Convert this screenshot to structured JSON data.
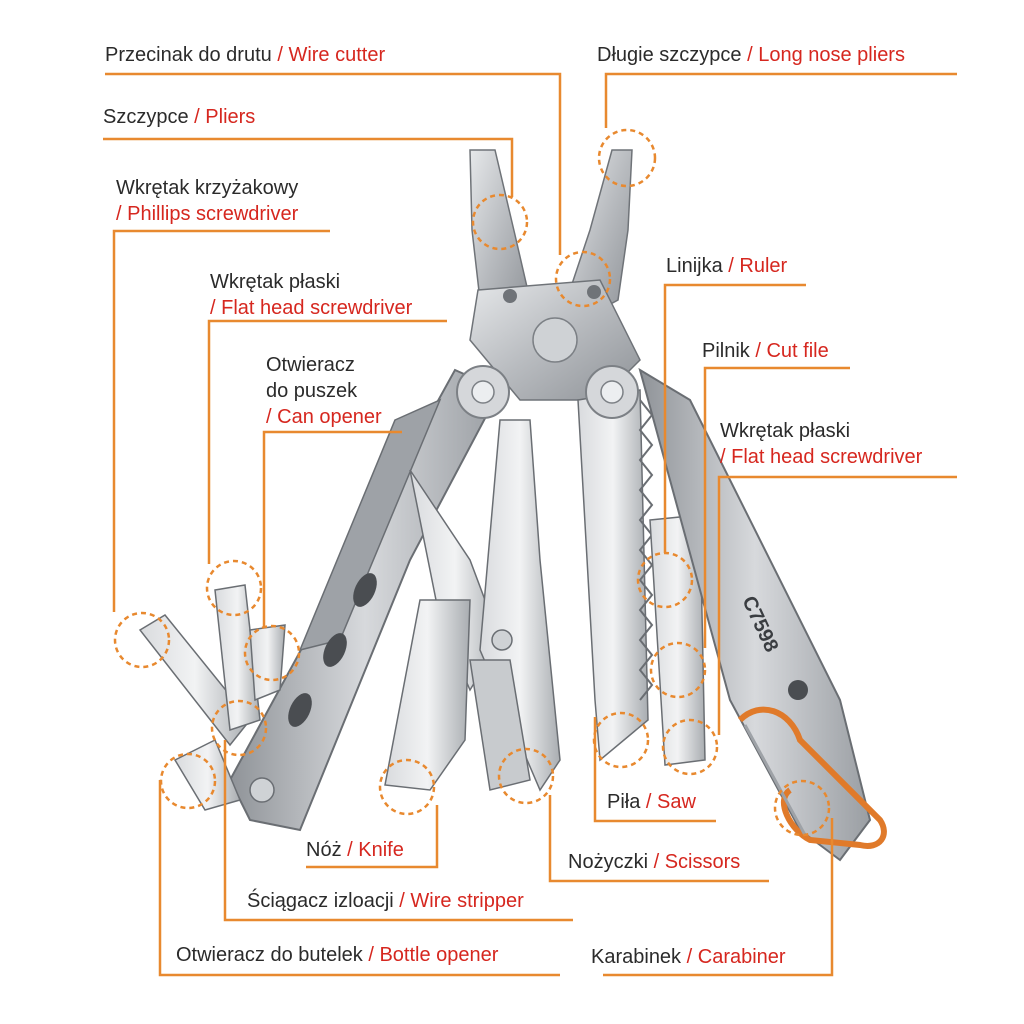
{
  "labels": {
    "wire_cutter": {
      "pl": "Przecinak do drutu",
      "en": "Wire cutter"
    },
    "pliers": {
      "pl": "Szczypce",
      "en": "Pliers"
    },
    "phillips": {
      "pl": "Wkrętak krzyżakowy",
      "en": "Phillips screwdriver"
    },
    "flat_left": {
      "pl": "Wkrętak płaski",
      "en": "Flat head screwdriver"
    },
    "can_opener": {
      "pl1": "Otwieracz",
      "pl2": "do puszek",
      "en": "Can opener"
    },
    "long_nose": {
      "pl": "Długie szczypce",
      "en": "Long nose pliers"
    },
    "ruler": {
      "pl": "Linijka",
      "en": "Ruler"
    },
    "file": {
      "pl": "Pilnik",
      "en": "Cut file"
    },
    "flat_right": {
      "pl": "Wkrętak płaski",
      "en": "Flat head screwdriver"
    },
    "saw": {
      "pl": "Piła",
      "en": "Saw"
    },
    "scissors": {
      "pl": "Nożyczki",
      "en": "Scissors"
    },
    "carabiner": {
      "pl": "Karabinek",
      "en": "Carabiner"
    },
    "knife": {
      "pl": "Nóż",
      "en": "Knife"
    },
    "wire_stripper": {
      "pl": "Ściągacz izloacji",
      "en": "Wire stripper"
    },
    "bottle_opener": {
      "pl": "Otwieracz do butelek",
      "en": "Bottle opener"
    }
  },
  "separator": "/",
  "model": "C7598",
  "colors": {
    "leader": "#e8892f",
    "english": "#d6271f",
    "polish": "#2b2b2b",
    "steel": "#b9bcc0",
    "orange_clip": "#e07a2a"
  }
}
